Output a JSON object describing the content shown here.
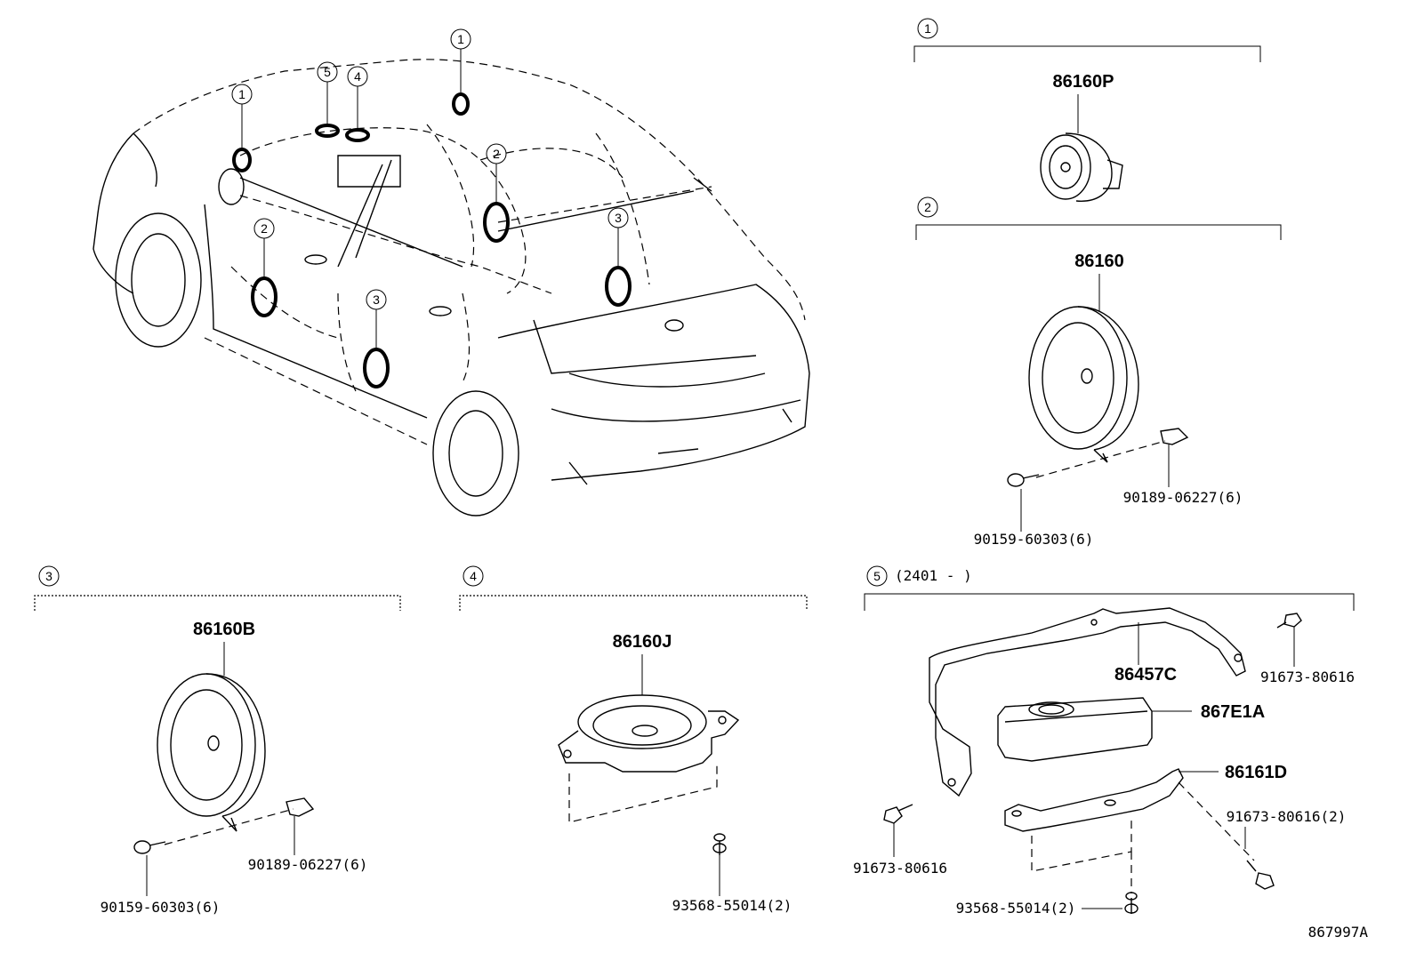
{
  "callouts": {
    "c1": "1",
    "c2": "2",
    "c3": "3",
    "c4": "4",
    "c5": "5"
  },
  "sections": {
    "s1": {
      "num": "1",
      "part": "86160P"
    },
    "s2": {
      "num": "2",
      "part": "86160",
      "screw": "90159-60303(6)",
      "clip": "90189-06227(6)"
    },
    "s3": {
      "num": "3",
      "part": "86160B",
      "screw": "90159-60303(6)",
      "clip": "90189-06227(6)"
    },
    "s4": {
      "num": "4",
      "part": "86160J",
      "screw": "93568-55014(2)"
    },
    "s5": {
      "num": "5",
      "range": "(2401 -     )",
      "bracket": "86457C",
      "amp": "867E1A",
      "plate": "86161D",
      "bolt_a": "91673-80616",
      "bolt_b": "91673-80616",
      "bolt_c": "91673-80616(2)",
      "screw": "93568-55014(2)"
    }
  },
  "figure_id": "867997A"
}
